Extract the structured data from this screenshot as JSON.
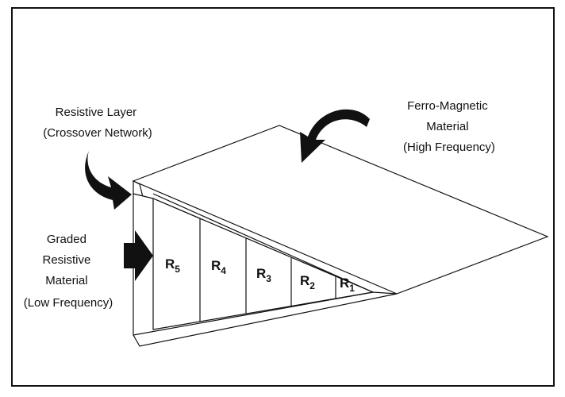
{
  "labels": {
    "resistive_layer": [
      "Resistive Layer",
      "(Crossover Network)"
    ],
    "ferro_magnetic": [
      "Ferro-Magnetic",
      "Material",
      "(High Frequency)"
    ],
    "graded_resistive": [
      "Graded",
      "Resistive",
      "Material",
      "(Low Frequency)"
    ]
  },
  "sections": [
    {
      "letter": "R",
      "sub": "5"
    },
    {
      "letter": "R",
      "sub": "4"
    },
    {
      "letter": "R",
      "sub": "3"
    },
    {
      "letter": "R",
      "sub": "2"
    },
    {
      "letter": "R",
      "sub": "1"
    }
  ],
  "colors": {
    "ink": "#111111",
    "background": "#ffffff"
  }
}
